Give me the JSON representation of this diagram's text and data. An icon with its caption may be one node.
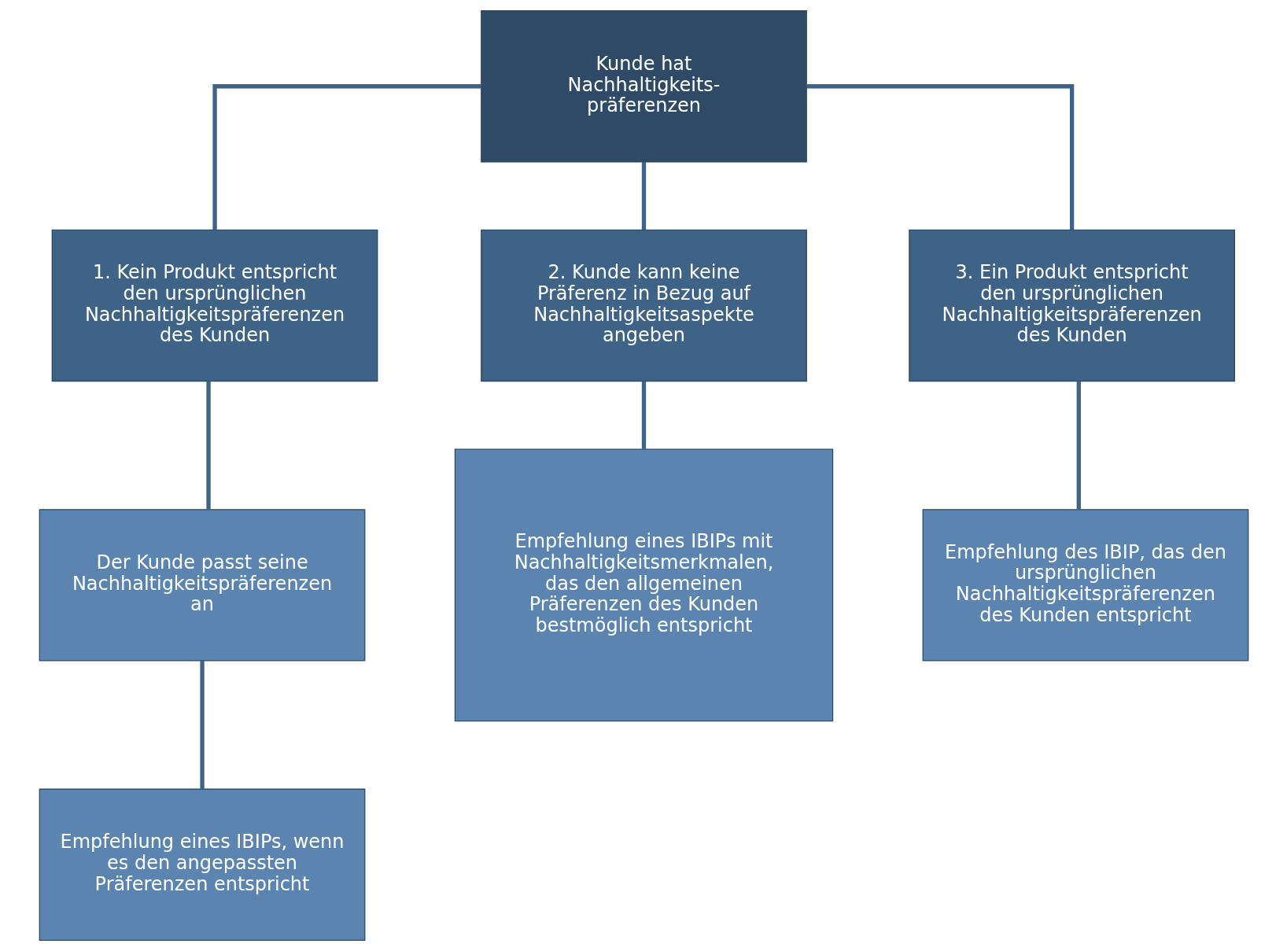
{
  "diagram": {
    "nodes": [
      {
        "text": [
          "Kunde hat Nachhaltigkeits- präferenzen"
        ]
      },
      {
        "text": [
          "1. Kein Produkt entspricht den ursprünglichen Nachhaltigkeitspräferenzen des Kunden"
        ]
      },
      {
        "text": [
          "2. Kunde kann keine Präferenz in Bezug auf Nachhaltigkeitsaspekte angeben"
        ]
      },
      {
        "text": [
          "3. Ein Produkt entspricht den ursprünglichen Nachhaltigkeitspräferenzen des Kunden"
        ]
      },
      {
        "text": [
          "Der Kunde passt seine Nachhaltigkeitspräferenzen an"
        ]
      },
      {
        "text": [
          "Empfehlung eines IBIPs mit Nachhaltigkeitsmerkmalen, das den allgemeinen Präferenzen des Kunden bestmöglich entspricht"
        ]
      },
      {
        "text": [
          "Empfehlung des IBIP, das den ursprünglichen Nachhaltigkeitspräferenzen des Kunden entspricht"
        ]
      },
      {
        "text": [
          "Empfehlung eines IBIPs, wenn es den angepassten Präferenzen entspricht"
        ]
      }
    ],
    "edges": [
      {
        "from": 0,
        "to": 1,
        "arrow": "none"
      },
      {
        "from": 0,
        "to": 2,
        "arrow": "none"
      },
      {
        "from": 0,
        "to": 3,
        "arrow": "none"
      },
      {
        "from": 1,
        "to": 4,
        "arrow": "none"
      },
      {
        "from": 2,
        "to": 5,
        "arrow": "none"
      },
      {
        "from": 3,
        "to": 6,
        "arrow": "none"
      },
      {
        "from": 4,
        "to": 7,
        "arrow": "none"
      }
    ]
  }
}
